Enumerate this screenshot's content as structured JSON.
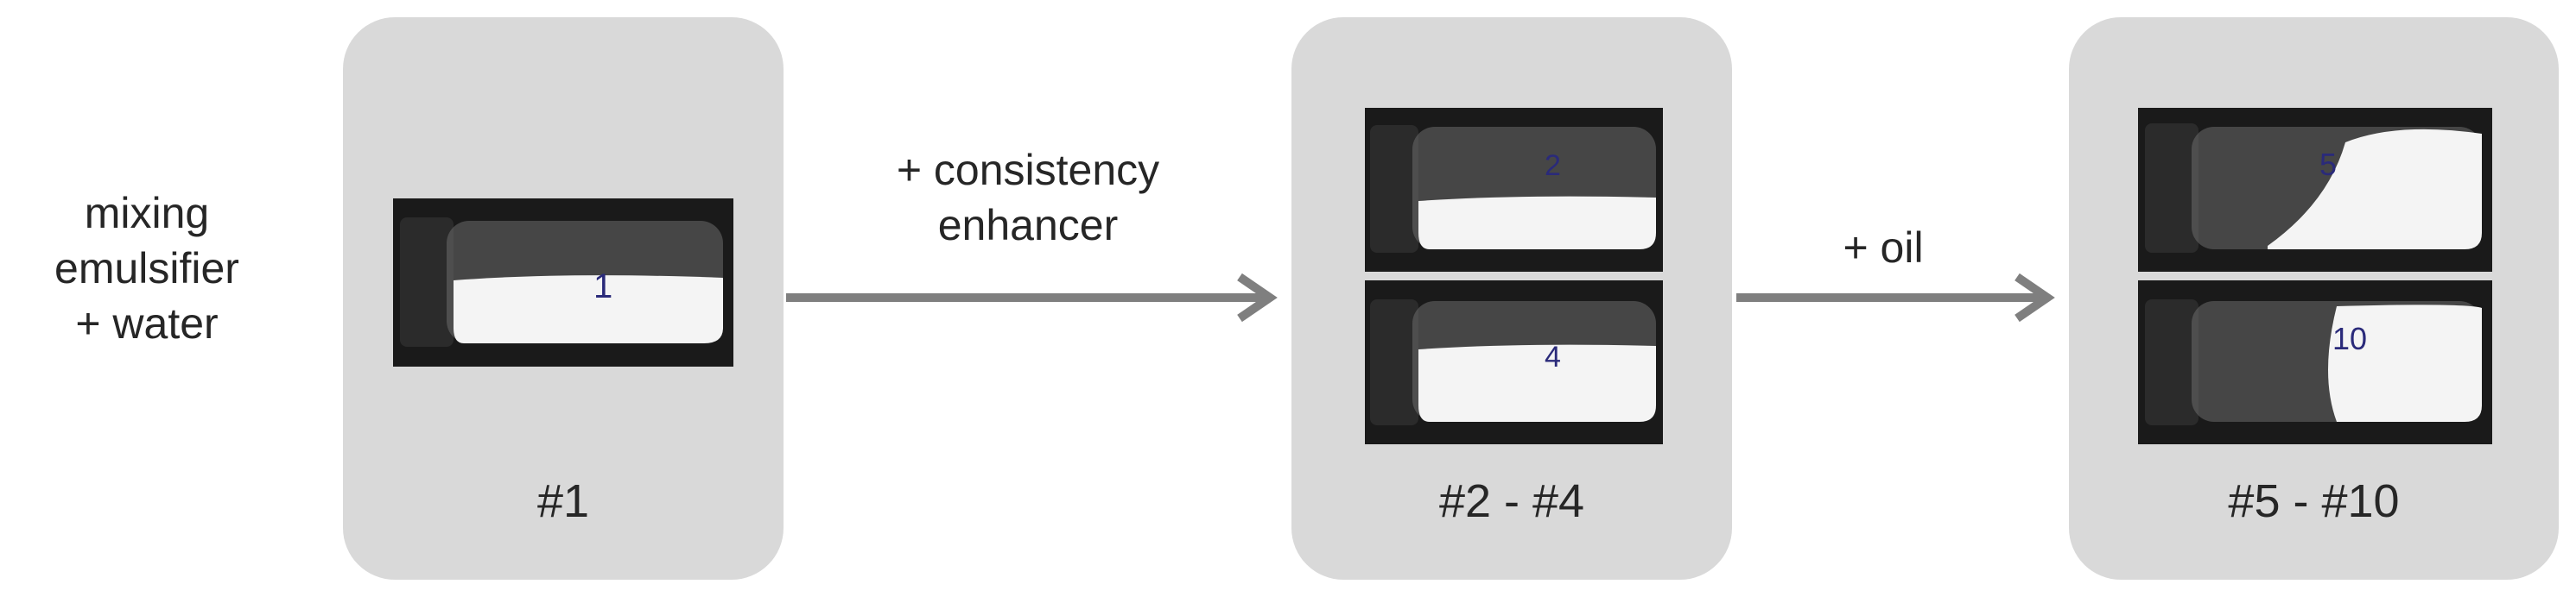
{
  "start": {
    "lines": [
      "mixing",
      "emulsifier",
      "+ water"
    ]
  },
  "steps": [
    {
      "lines": [
        "+ consistency",
        "enhancer"
      ]
    },
    {
      "lines": [
        "+ oil"
      ]
    }
  ],
  "panels": [
    {
      "caption": "#1",
      "photos": [
        {
          "marking": "1"
        }
      ]
    },
    {
      "caption": "#2 - #4",
      "photos": [
        {
          "marking": "2"
        },
        {
          "marking": "4"
        }
      ]
    },
    {
      "caption": "#5 - #10",
      "photos": [
        {
          "marking": "5"
        },
        {
          "marking": "10"
        }
      ]
    }
  ],
  "colors": {
    "panel": "#d9d9d9",
    "arrow": "#7f7f7f",
    "text": "#262626",
    "photo_bg": "#1a1a1a",
    "emulsion": "#f4f4f4",
    "cap": "#2b2b2b"
  }
}
